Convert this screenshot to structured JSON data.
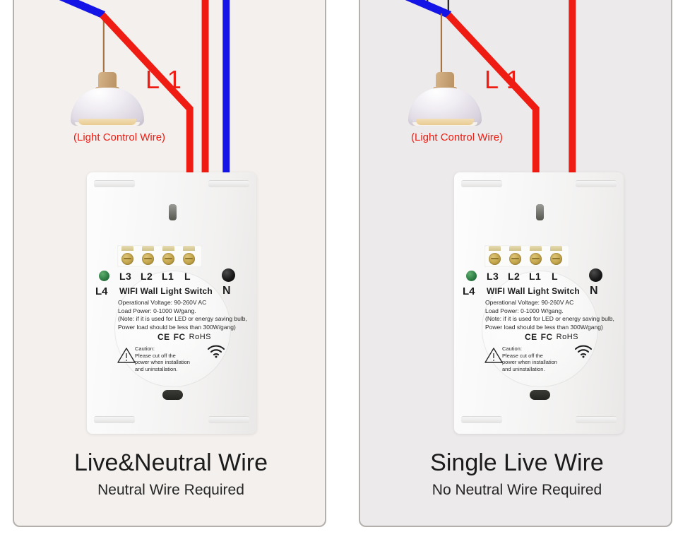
{
  "panels": [
    {
      "id": "live-neutral",
      "annotation_l1": "L 1",
      "annotation_light_control": "(Light Control Wire)",
      "caption_title": "Live&Neutral Wire",
      "caption_subtitle": "Neutral Wire Required",
      "switch": {
        "terminal_labels": [
          "L3",
          "L2",
          "L1",
          "L"
        ],
        "ground_label": "L4",
        "neutral_label": "N",
        "product_title": "WIFI Wall Light Switch",
        "spec_lines": [
          "Operational Voltage: 90-260V AC",
          "Load Power: 0-1000 W/gang.",
          "(Note: if it is used for LED or energy saving bulb,",
          "Power load should be less than 300W/gang)"
        ],
        "cert_ce": "CE",
        "cert_fc": "FC",
        "cert_rohs": "RoHS",
        "caution_title": "Caution:",
        "caution_lines": [
          "Please cut off the",
          "power when installation",
          "and uninstallation."
        ]
      },
      "wires": {
        "neutral_color": "#1414e6",
        "live_color": "#ee1c13",
        "cord_color": "#a9733f",
        "has_neutral_to_switch": true
      }
    },
    {
      "id": "single-live",
      "annotation_l1": "L 1",
      "annotation_light_control": "(Light Control Wire)",
      "caption_title": "Single Live Wire",
      "caption_subtitle": "No Neutral Wire Required",
      "switch": {
        "terminal_labels": [
          "L3",
          "L2",
          "L1",
          "L"
        ],
        "ground_label": "L4",
        "neutral_label": "N",
        "product_title": "WIFI Wall Light Switch",
        "spec_lines": [
          "Operational Voltage: 90-260V AC",
          "Load Power: 0-1000 W/gang.",
          "(Note: if it is used for LED or energy saving bulb,",
          "Power load should be less than 300W/gang)"
        ],
        "cert_ce": "CE",
        "cert_fc": "FC",
        "cert_rohs": "RoHS",
        "caution_title": "Caution:",
        "caution_lines": [
          "Please cut off the",
          "power when installation",
          "and uninstallation."
        ]
      },
      "wires": {
        "neutral_color": "#1414e6",
        "live_color": "#ee1c13",
        "cord_color": "#a9733f",
        "has_neutral_to_switch": false
      }
    }
  ],
  "colors": {
    "background": "#ffffff",
    "panel_left_bg": "#f3f0ee",
    "panel_right_bg": "#eceaea",
    "panel_border": "#b4b0ad",
    "red_wire": "#ee1c13",
    "blue_wire": "#1414e6",
    "lamp_cord": "#a9733f",
    "terminal_brass": "#c6a84e",
    "ground_green": "#2f7f46",
    "neutral_black": "#1a1a1a"
  }
}
